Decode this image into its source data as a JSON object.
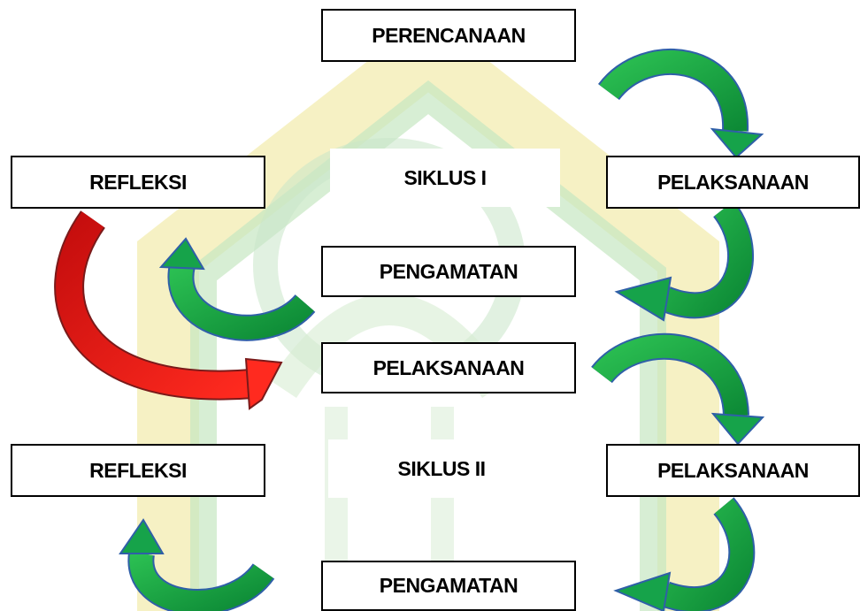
{
  "nodes": {
    "perencanaan": "PERENCANAAN",
    "refleksi_1": "REFLEKSI",
    "siklus_1": "SIKLUS I",
    "pelaksanaan_1_right": "PELAKSANAAN",
    "pengamatan_1": "PENGAMATAN",
    "pelaksanaan_2_center": "PELAKSANAAN",
    "refleksi_2": "REFLEKSI",
    "siklus_2": "SIKLUS II",
    "pelaksanaan_2_right": "PELAKSANAAN",
    "pengamatan_2": "PENGAMATAN"
  },
  "colors": {
    "cycle_arrow": "#16a34a",
    "cycle_arrow_stroke": "#2f5fa8",
    "transition_arrow": "#e3140f",
    "transition_arrow_stroke": "#7a1a1a",
    "watermark_green": "#bfe3c0",
    "watermark_yellow": "#f3ecb0"
  }
}
